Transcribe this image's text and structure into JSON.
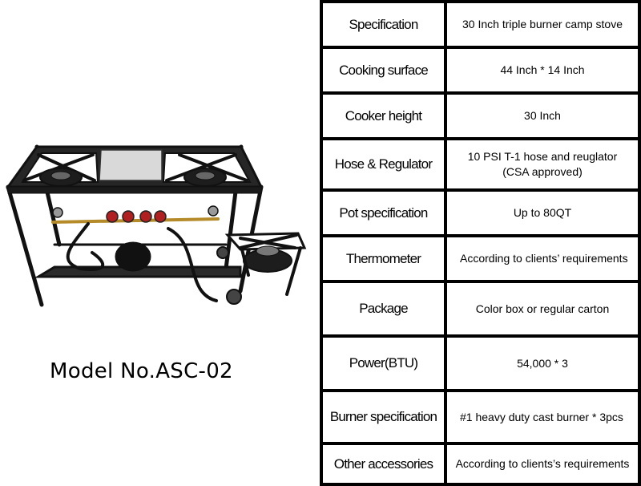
{
  "model_label": "Model No.ASC-02",
  "product_image_alt": "Triple burner camp stove",
  "specs": [
    {
      "label": "Specification",
      "value": [
        "30 Inch triple burner camp stove"
      ]
    },
    {
      "label": "Cooking surface",
      "value": [
        "44 Inch * 14 Inch"
      ]
    },
    {
      "label": "Cooker height",
      "value": [
        "30 Inch"
      ]
    },
    {
      "label": "Hose & Regulator",
      "value": [
        "10 PSI T-1 hose and reuglator",
        "(CSA approved)"
      ]
    },
    {
      "label": "Pot specification",
      "value": [
        "Up to 80QT"
      ]
    },
    {
      "label": "Thermometer",
      "value": [
        "According to clients’ requirements"
      ]
    },
    {
      "label": "Package",
      "value": [
        "Color box or regular carton"
      ]
    },
    {
      "label": "Power(BTU)",
      "value": [
        "54,000 * 3"
      ]
    },
    {
      "label": "Burner specification",
      "value": [
        "#1 heavy duty cast burner * 3pcs"
      ]
    },
    {
      "label": "Other accessories",
      "value": [
        "According to clients’s requirements"
      ]
    }
  ]
}
